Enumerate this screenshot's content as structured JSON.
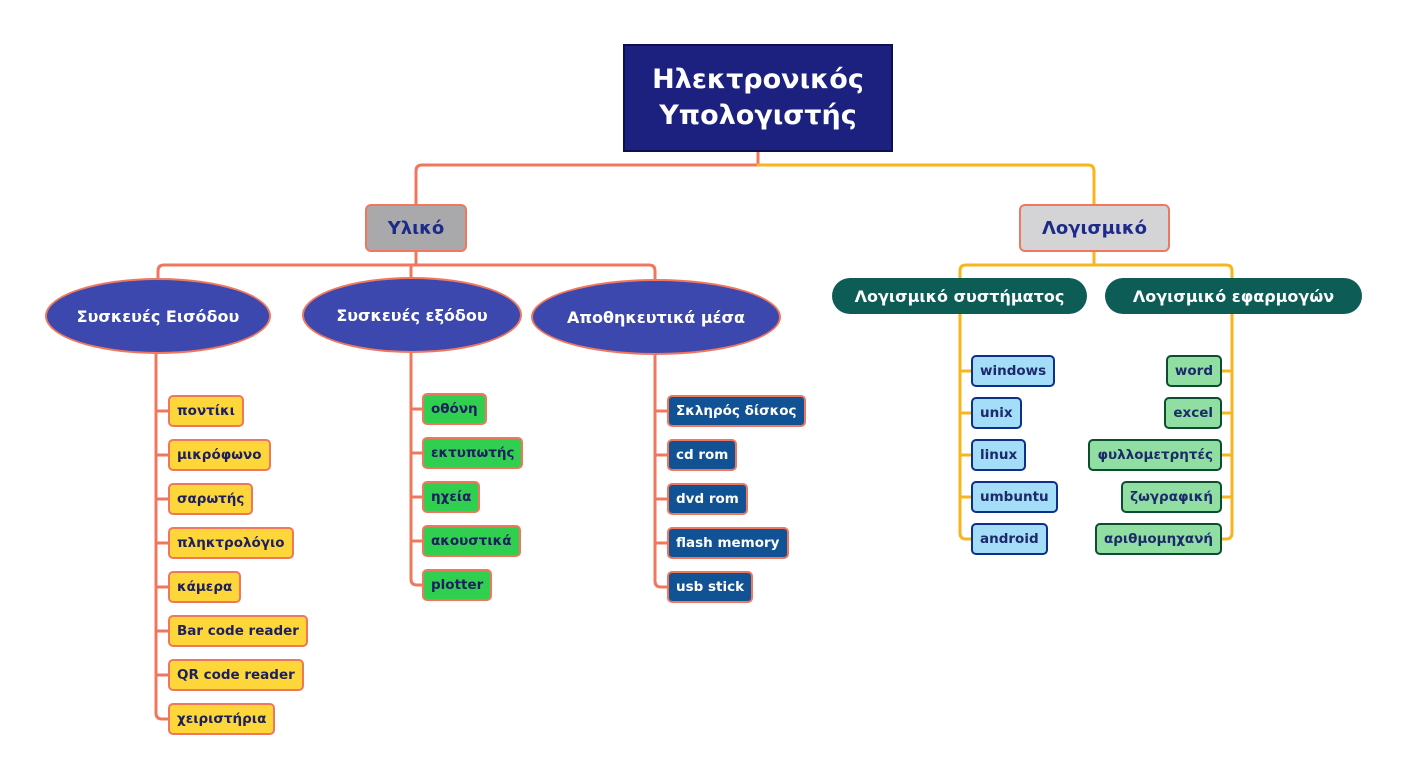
{
  "root": {
    "line1": "Ηλεκτρονικός",
    "line2": "Υπολογιστής"
  },
  "hardware": {
    "label": "Υλικό",
    "input": {
      "label": "Συσκευές Εισόδου",
      "items": [
        "ποντίκι",
        "μικρόφωνο",
        "σαρωτής",
        "πληκτρολόγιο",
        "κάμερα",
        "Bar code reader",
        "QR code reader",
        "χειριστήρια"
      ]
    },
    "output": {
      "label": "Συσκευές εξόδου",
      "items": [
        "οθόνη",
        "εκτυπωτής",
        "ηχεία",
        "ακουστικά",
        "plotter"
      ]
    },
    "storage": {
      "label": "Αποθηκευτικά μέσα",
      "items": [
        "Σκληρός δίσκος",
        "cd rom",
        "dvd rom",
        "flash memory",
        "usb stick"
      ]
    }
  },
  "software": {
    "label": "Λογισμικό",
    "system": {
      "label": "Λογισμικό συστήματος",
      "items": [
        "windows",
        "unix",
        "linux",
        "umbuntu",
        "android"
      ]
    },
    "application": {
      "label": "Λογισμικό εφαρμογών",
      "items": [
        "word",
        "excel",
        "φυλλομετρητές",
        "ζωγραφική",
        "αριθμομηχανή"
      ]
    }
  },
  "colors": {
    "hardware_line": "#f0775e",
    "software_line": "#f7b51e",
    "root_fill": "#1c2180",
    "input_leaf": "#fdd73a",
    "output_leaf": "#31cf4f",
    "storage_leaf": "#115294",
    "system_leaf": "#a4ddf8",
    "application_leaf": "#90dea2"
  }
}
